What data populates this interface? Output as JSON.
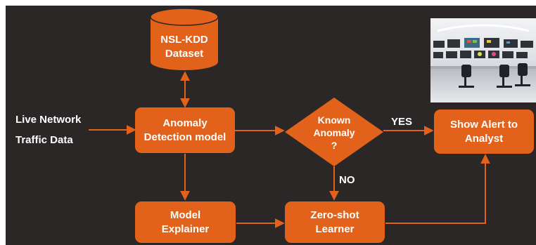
{
  "colors": {
    "background": "#2b2726",
    "node_fill": "#e2621b",
    "arrow": "#e2621b",
    "text": "#ffffff"
  },
  "diagram": {
    "dataset": {
      "line1": "NSL-KDD",
      "line2": "Dataset"
    },
    "input": {
      "line1": "Live Network",
      "line2": "Traffic Data"
    },
    "detector": {
      "line1": "Anomaly",
      "line2": "Detection model"
    },
    "decision": {
      "line1": "Known",
      "line2": "Anomaly",
      "line3": "?"
    },
    "alert": {
      "line1": "Show Alert to",
      "line2": "Analyst"
    },
    "explainer": {
      "line1": "Model",
      "line2": "Explainer"
    },
    "learner": {
      "line1": "Zero-shot",
      "line2": "Learner"
    },
    "edge_yes": "YES",
    "edge_no": "NO"
  },
  "photo": {
    "icon": "control-room-photo"
  }
}
